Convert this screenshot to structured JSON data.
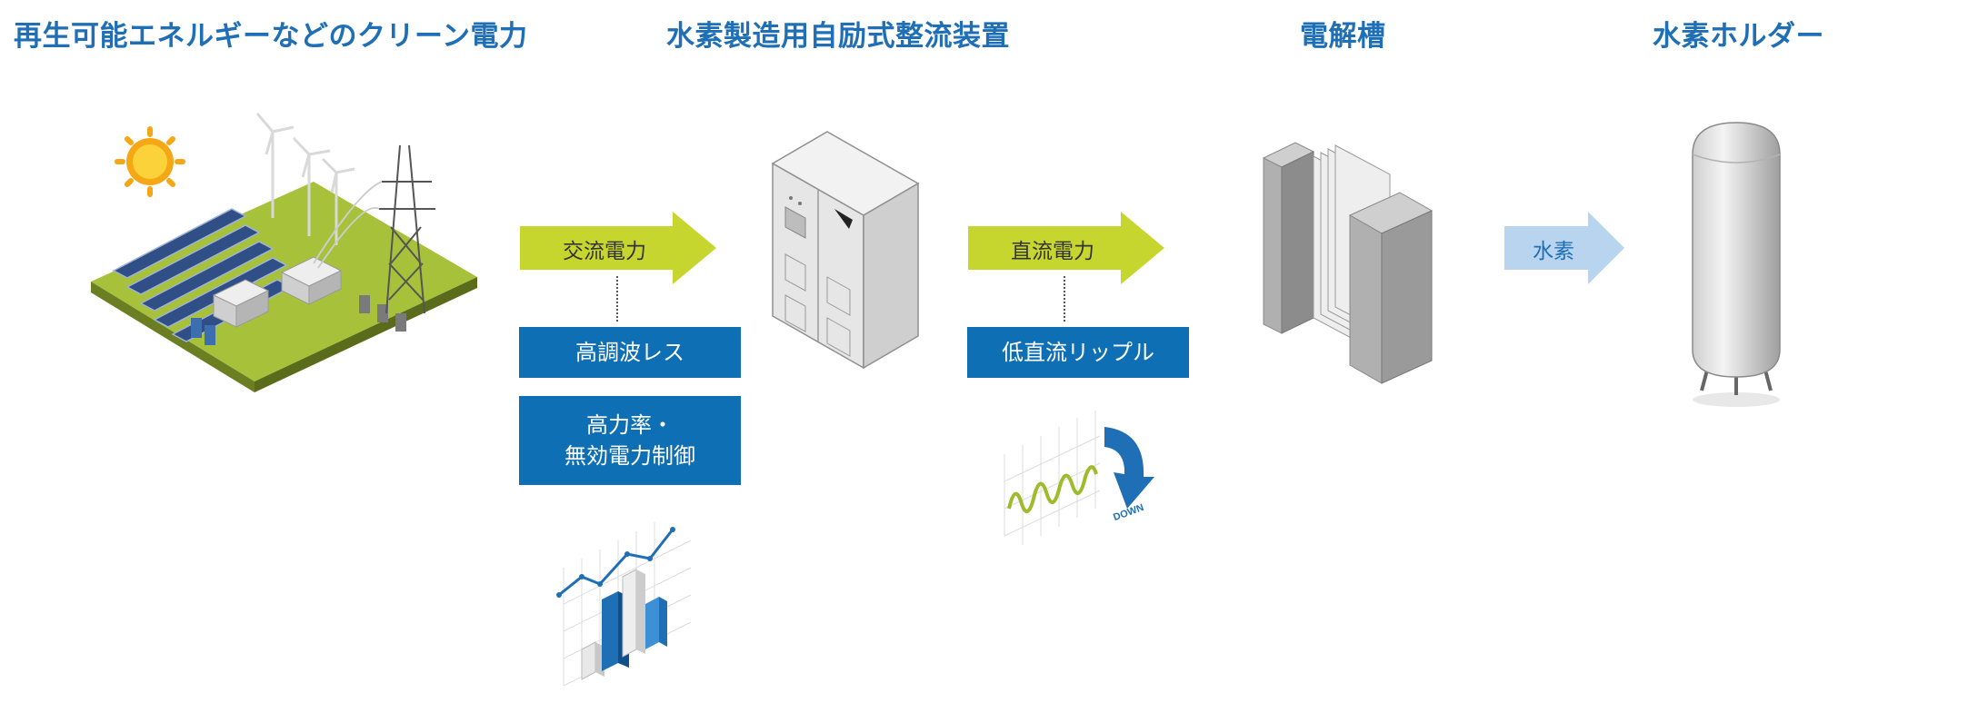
{
  "headings": {
    "clean_power": "再生可能エネルギーなどのクリーン電力",
    "rectifier": "水素製造用自励式整流装置",
    "electrolyzer": "電解槽",
    "holder": "水素ホルダー"
  },
  "arrows": {
    "ac_power": "交流電力",
    "dc_power": "直流電力",
    "hydrogen": "水素"
  },
  "features": {
    "low_harmonics": "高調波レス",
    "power_factor_line1": "高力率・",
    "power_factor_line2": "無効電力制御",
    "low_ripple": "低直流リップル"
  },
  "ripple_chart": {
    "down_label": "DOWN"
  },
  "colors": {
    "heading": "#1f6fb7",
    "green_arrow": "#c7d62e",
    "blue_arrow": "#b8d4ee",
    "box": "#0f6fb5"
  }
}
